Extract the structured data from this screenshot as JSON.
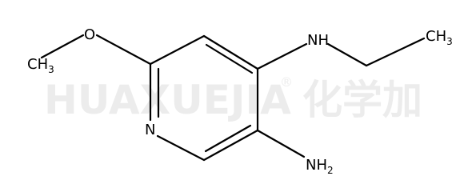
{
  "watermark": {
    "brand_latin": "HUAXUEJIA",
    "registered": "®",
    "brand_cjk": "化学加"
  },
  "structure": {
    "atoms": {
      "oxygen": "O",
      "methyl_left": {
        "main": "CH",
        "sub": "3"
      },
      "ring_nitrogen": "N",
      "amine_nh": "NH",
      "methyl_right": {
        "main": "CH",
        "sub": "3"
      },
      "amino": {
        "main": "NH",
        "sub": "2"
      }
    }
  }
}
